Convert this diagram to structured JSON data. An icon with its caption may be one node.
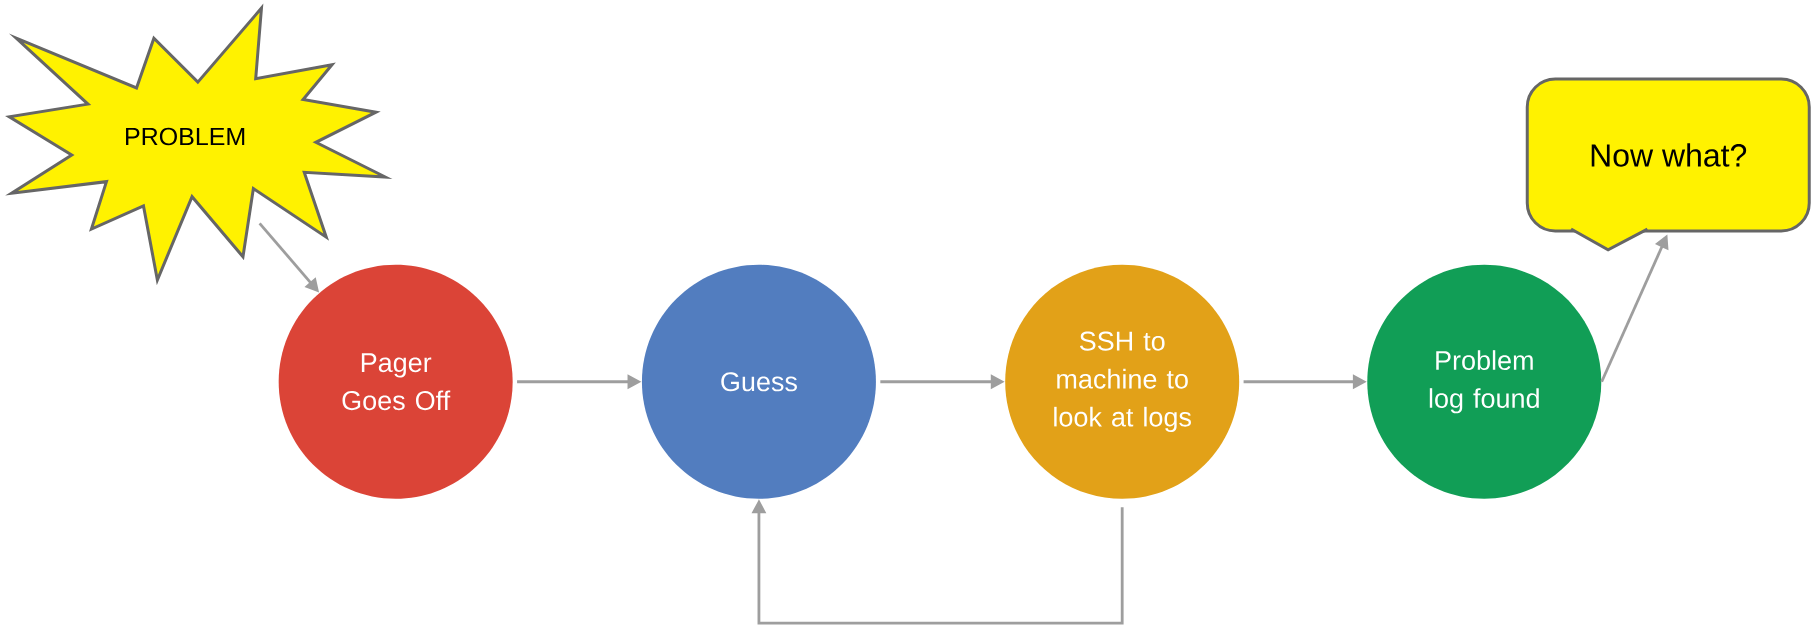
{
  "diagram": {
    "nodes": [
      {
        "text": [
          "PROBLEM"
        ]
      },
      {
        "text": [
          "Pager Goes Off"
        ]
      },
      {
        "text": [
          "Guess"
        ]
      },
      {
        "text": [
          "SSH to machine to look at logs"
        ]
      },
      {
        "text": [
          "Problem log found"
        ]
      },
      {
        "text": [
          "Now what?"
        ]
      }
    ],
    "edges": [
      {
        "from": 0,
        "to": 1,
        "arrow": "to"
      },
      {
        "from": 1,
        "to": 2,
        "arrow": "to"
      },
      {
        "from": 2,
        "to": 3,
        "arrow": "to"
      },
      {
        "from": 3,
        "to": 4,
        "arrow": "to"
      },
      {
        "from": 3,
        "to": 2,
        "arrow": "to"
      },
      {
        "from": 4,
        "to": 5,
        "arrow": "to"
      }
    ]
  }
}
